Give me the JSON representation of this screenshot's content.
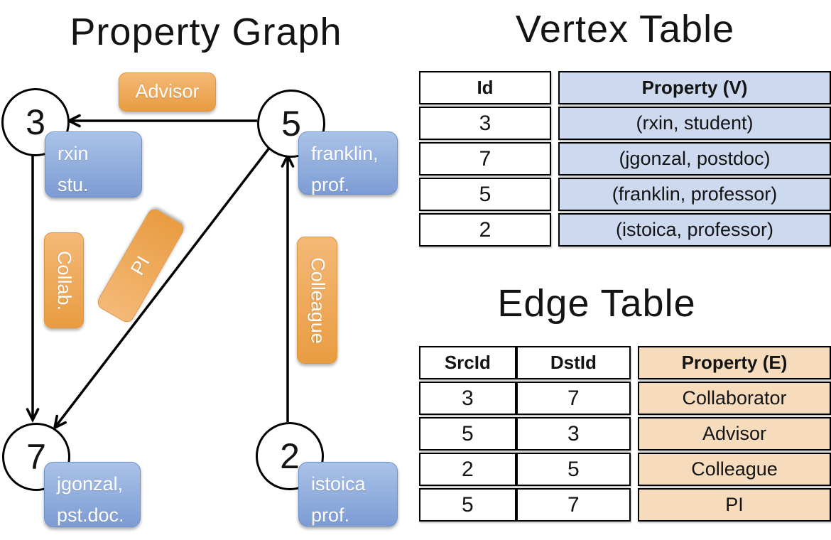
{
  "graph_panel": {
    "title": "Property Graph",
    "nodes": [
      {
        "id": "3",
        "line1": "rxin",
        "line2": "stu."
      },
      {
        "id": "5",
        "line1": "franklin,",
        "line2": "prof."
      },
      {
        "id": "7",
        "line1": "jgonzal,",
        "line2": "pst.doc."
      },
      {
        "id": "2",
        "line1": "istoica",
        "line2": "prof."
      }
    ],
    "edge_labels": {
      "advisor": "Advisor",
      "collab": "Collab.",
      "pi": "PI",
      "colleague": "Colleague"
    },
    "edges": [
      {
        "src": "5",
        "dst": "3",
        "label": "Advisor"
      },
      {
        "src": "3",
        "dst": "7",
        "label": "Collab."
      },
      {
        "src": "5",
        "dst": "7",
        "label": "PI"
      },
      {
        "src": "2",
        "dst": "5",
        "label": "Colleague"
      }
    ]
  },
  "vertex_table": {
    "title": "Vertex Table",
    "columns": {
      "id": "Id",
      "property": "Property (V)"
    },
    "rows": [
      {
        "id": "3",
        "property": "(rxin, student)"
      },
      {
        "id": "7",
        "property": "(jgonzal, postdoc)"
      },
      {
        "id": "5",
        "property": "(franklin, professor)"
      },
      {
        "id": "2",
        "property": "(istoica, professor)"
      }
    ]
  },
  "edge_table": {
    "title": "Edge Table",
    "columns": {
      "src": "SrcId",
      "dst": "DstId",
      "property": "Property (E)"
    },
    "rows": [
      {
        "src": "3",
        "dst": "7",
        "property": "Collaborator"
      },
      {
        "src": "5",
        "dst": "3",
        "property": "Advisor"
      },
      {
        "src": "2",
        "dst": "5",
        "property": "Colleague"
      },
      {
        "src": "5",
        "dst": "7",
        "property": "PI"
      }
    ]
  },
  "colors": {
    "vertex_property_fill": "#ccd9ee",
    "edge_property_fill": "#f6dcbc",
    "node_box_blue": "#8fa9dc",
    "edge_label_orange": "#eda34f",
    "line_black": "#000000"
  }
}
